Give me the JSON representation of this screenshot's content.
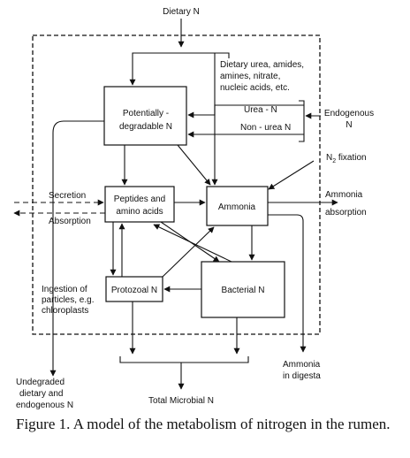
{
  "labels": {
    "dietary_n": "Dietary N",
    "dietary_forms": [
      "Dietary urea, amides,",
      "amines, nitrate,",
      "nucleic acids, etc."
    ],
    "endogenous": [
      "Endogenous",
      "N"
    ],
    "urea_n": "Urea - N",
    "non_urea_n": "Non - urea N",
    "n2_fixation": "N",
    "n2_sub": "2",
    "n2_suffix": " fixation",
    "secretion": "Secretion",
    "absorption": "Absorption",
    "ammonia_absorption": [
      "Ammonia",
      "absorption"
    ],
    "ingestion": [
      "Ingestion of",
      "particles, e.g.",
      "chloroplasts"
    ],
    "ammonia_in_digesta": [
      "Ammonia",
      "in digesta"
    ],
    "undegraded": [
      "Undegraded",
      "dietary and",
      "endogenous N"
    ],
    "total_microbial": "Total Microbial N"
  },
  "boxes": {
    "potentially_degradable": [
      "Potentially -",
      "degradable N"
    ],
    "peptides": [
      "Peptides and",
      "amino acids"
    ],
    "ammonia": "Ammonia",
    "protozoal": "Protozoal N",
    "bacterial": "Bacterial N"
  },
  "caption": "Figure 1. A model of the metabolism of nitrogen in the rumen."
}
